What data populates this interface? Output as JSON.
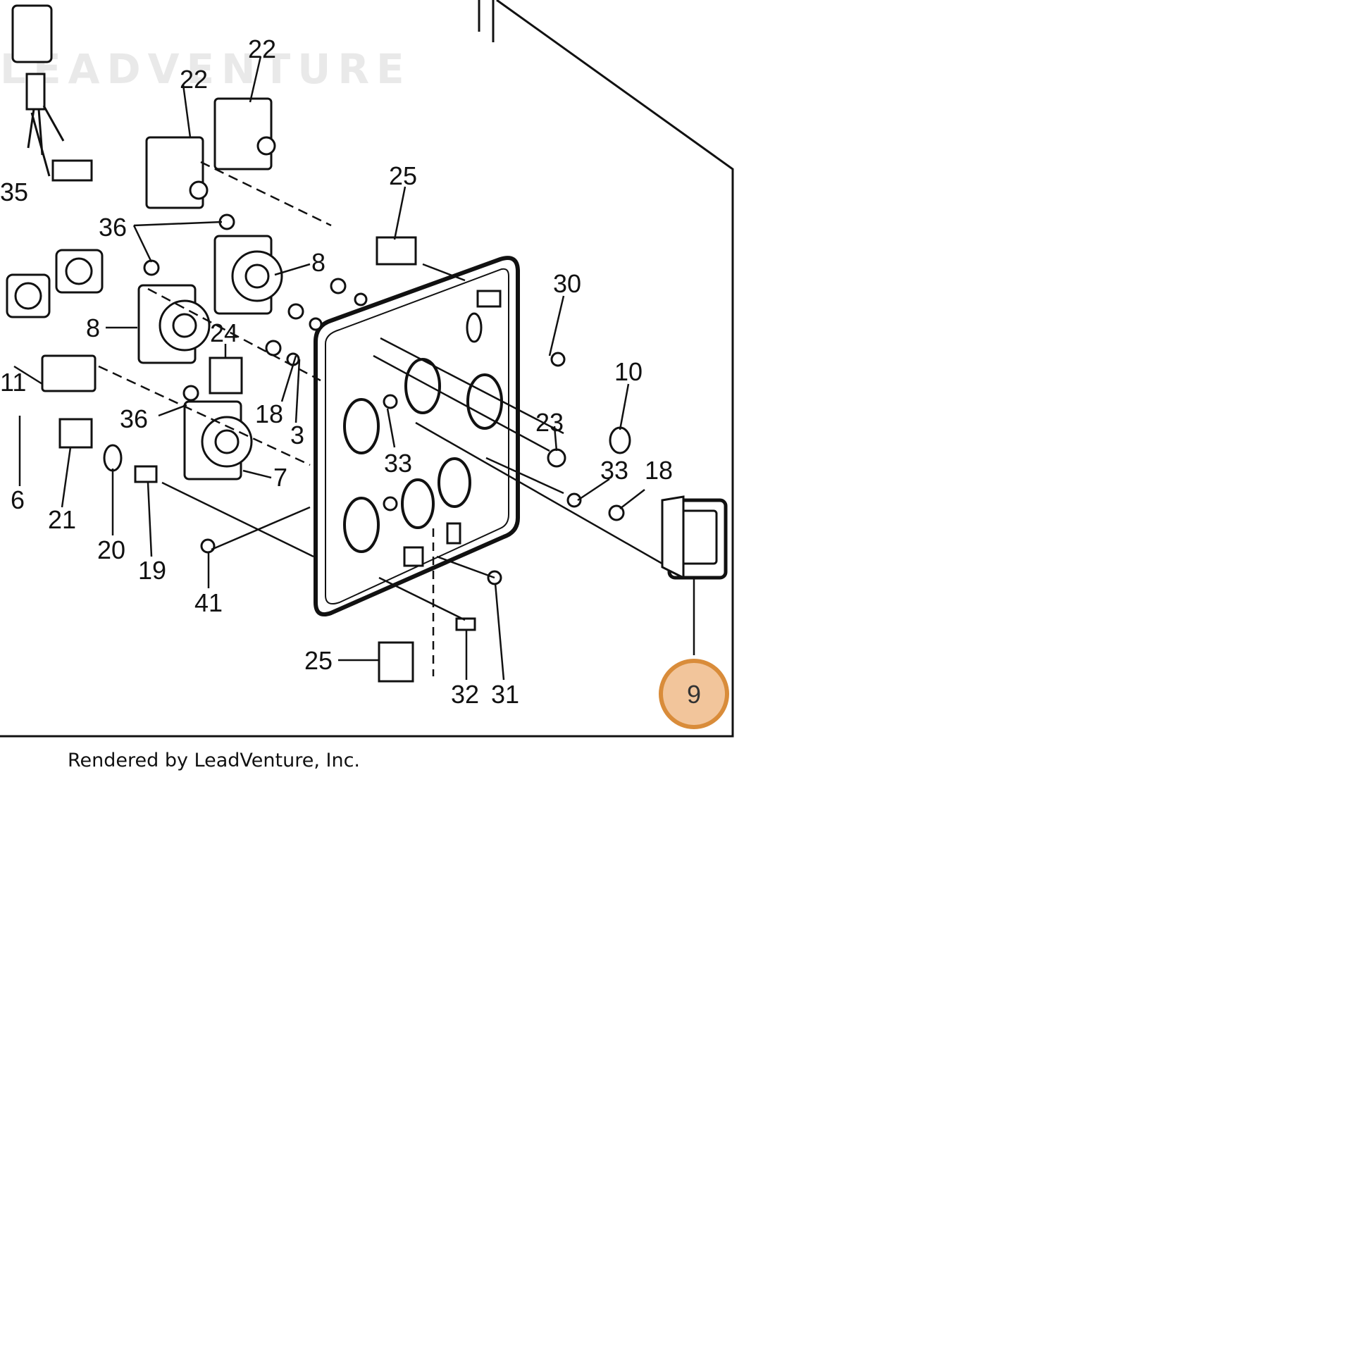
{
  "watermark": "LEADVENTURE",
  "credit": "Rendered by LeadVenture, Inc.",
  "highlight": {
    "label": "9",
    "color": "#d98c3a",
    "fill": "#f2c59b"
  },
  "callouts": [
    "22",
    "22",
    "25",
    "35",
    "36",
    "8",
    "30",
    "8",
    "24",
    "10",
    "11",
    "18",
    "3",
    "23",
    "6",
    "36",
    "33",
    "33",
    "18",
    "7",
    "21",
    "20",
    "19",
    "41",
    "25",
    "32",
    "31"
  ]
}
